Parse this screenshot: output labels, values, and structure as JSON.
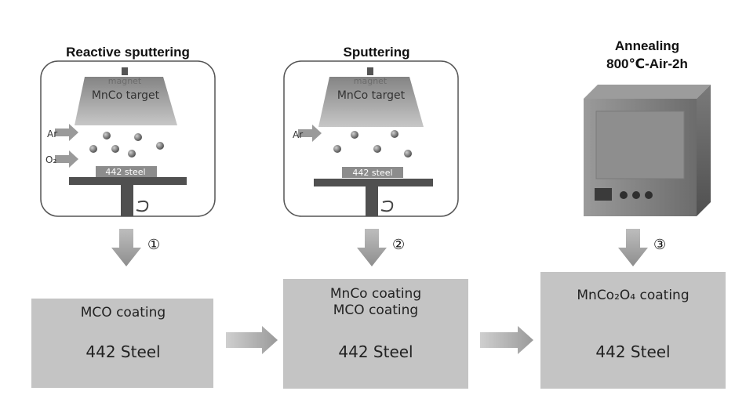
{
  "panels": [
    {
      "title": "Reactive sputtering",
      "magnet_label": "magnet",
      "target_label": "MnCo target",
      "gases": [
        "Ar",
        "O₂"
      ],
      "substrate_label": "442 steel",
      "step_number": "①"
    },
    {
      "title": "Sputtering",
      "magnet_label": "magnet",
      "target_label": "MnCo target",
      "gases": [
        "Ar"
      ],
      "substrate_label": "442 steel",
      "step_number": "②"
    },
    {
      "title_line1": "Annealing",
      "title_line2": "800℃-Air-2h",
      "step_number": "③"
    }
  ],
  "samples": [
    {
      "coating_line1": "MCO coating",
      "coating_line2": "",
      "substrate": "442 Steel"
    },
    {
      "coating_line1": "MnCo coating",
      "coating_line2": "MCO coating",
      "substrate": "442 Steel"
    },
    {
      "coating_line1": "MnCo₂O₄ coating",
      "coating_line2": "",
      "substrate": "442 Steel"
    }
  ],
  "colors": {
    "block_fill": "#c4c4c4",
    "dark_gray": "#4a4a4a",
    "mid_gray": "#8a8a8a",
    "light_gray": "#d9d9d9"
  }
}
